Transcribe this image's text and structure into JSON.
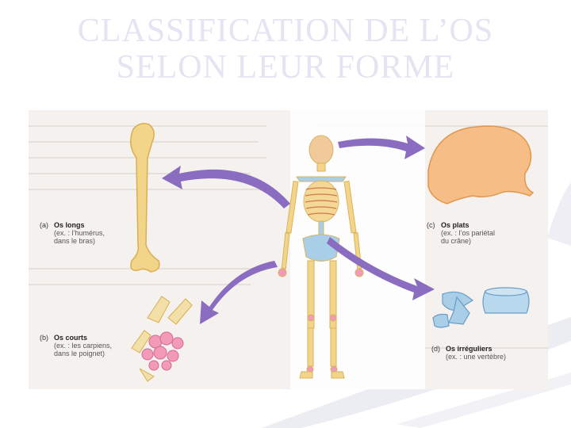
{
  "slide": {
    "title_line1": "CLASSIFICATION  DE  L’OS",
    "title_line2": "SELON LEUR FORME"
  },
  "labels": {
    "a": {
      "letter": "(a)",
      "name": "Os longs",
      "line1": "(ex. : l’humérus,",
      "line2": "dans le bras)"
    },
    "b": {
      "letter": "(b)",
      "name": "Os courts",
      "line1": "(ex. : les carpiens,",
      "line2": "dans le poignet)"
    },
    "c": {
      "letter": "(c)",
      "name": "Os plats",
      "line1": "(ex. : l’os pariétal",
      "line2": "du crâne)"
    },
    "d": {
      "letter": "(d)",
      "name": "Os irréguliers",
      "line1": "(ex. : une vertèbre)"
    }
  },
  "colors": {
    "arrow": "#8a6cc0",
    "bone": "#f3d58a",
    "skull_flat": "#f6bd86",
    "carpal": "#f29ab8",
    "vertebra": "#a9cfe8",
    "title": "#e4e4f2"
  },
  "icons": [
    "humerus-bone",
    "carpal-bones",
    "parietal-bone",
    "vertebra-bone",
    "skeleton"
  ]
}
